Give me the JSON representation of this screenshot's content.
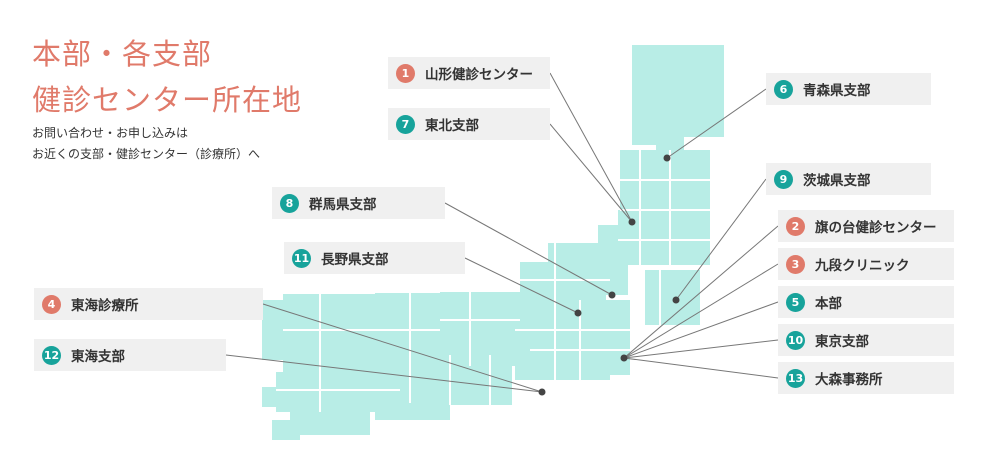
{
  "heading": {
    "line1": "本部・各支部",
    "line2": "健診センター所在地"
  },
  "subtext": {
    "line1": "お問い合わせ・お申し込みは",
    "line2": "お近くの支部・健診センター（診療所）へ"
  },
  "colors": {
    "heading": "#e07a6a",
    "badge_red": "#e07a6a",
    "badge_teal": "#17a39b",
    "map_fill": "#b8ede6",
    "label_bg": "#f0f0f0"
  },
  "locations": [
    {
      "number": "1",
      "name": "山形健診センター",
      "badge_color": "red"
    },
    {
      "number": "7",
      "name": "東北支部",
      "badge_color": "teal"
    },
    {
      "number": "6",
      "name": "青森県支部",
      "badge_color": "teal"
    },
    {
      "number": "8",
      "name": "群馬県支部",
      "badge_color": "teal"
    },
    {
      "number": "9",
      "name": "茨城県支部",
      "badge_color": "teal"
    },
    {
      "number": "2",
      "name": "旗の台健診センター",
      "badge_color": "red"
    },
    {
      "number": "11",
      "name": "長野県支部",
      "badge_color": "teal"
    },
    {
      "number": "3",
      "name": "九段クリニック",
      "badge_color": "red"
    },
    {
      "number": "4",
      "name": "東海診療所",
      "badge_color": "red"
    },
    {
      "number": "5",
      "name": "本部",
      "badge_color": "teal"
    },
    {
      "number": "10",
      "name": "東京支部",
      "badge_color": "teal"
    },
    {
      "number": "12",
      "name": "東海支部",
      "badge_color": "teal"
    },
    {
      "number": "13",
      "name": "大森事務所",
      "badge_color": "teal"
    }
  ]
}
